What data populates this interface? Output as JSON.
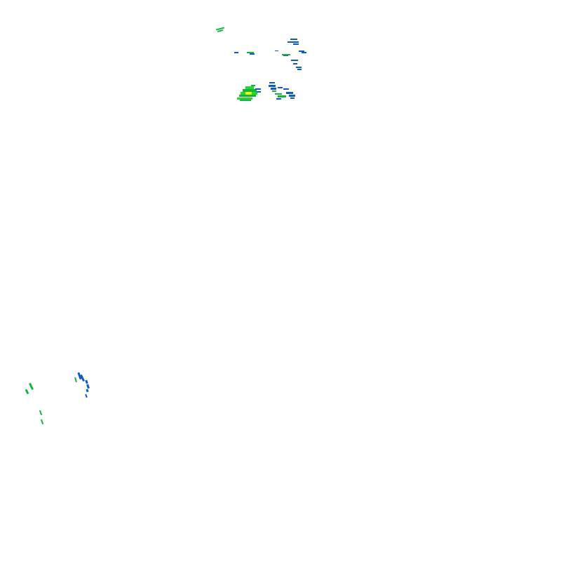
{
  "map": {
    "kind": "weather-radar-overlay",
    "background": "#ffffff",
    "palette": {
      "light": "#0a5ad4",
      "moderate": "#12b43c",
      "heavy": "#1edc2a",
      "intense": "#f5f50a"
    },
    "echo_clusters": [
      "north-echo-cluster",
      "southwest-echo-cluster"
    ]
  }
}
